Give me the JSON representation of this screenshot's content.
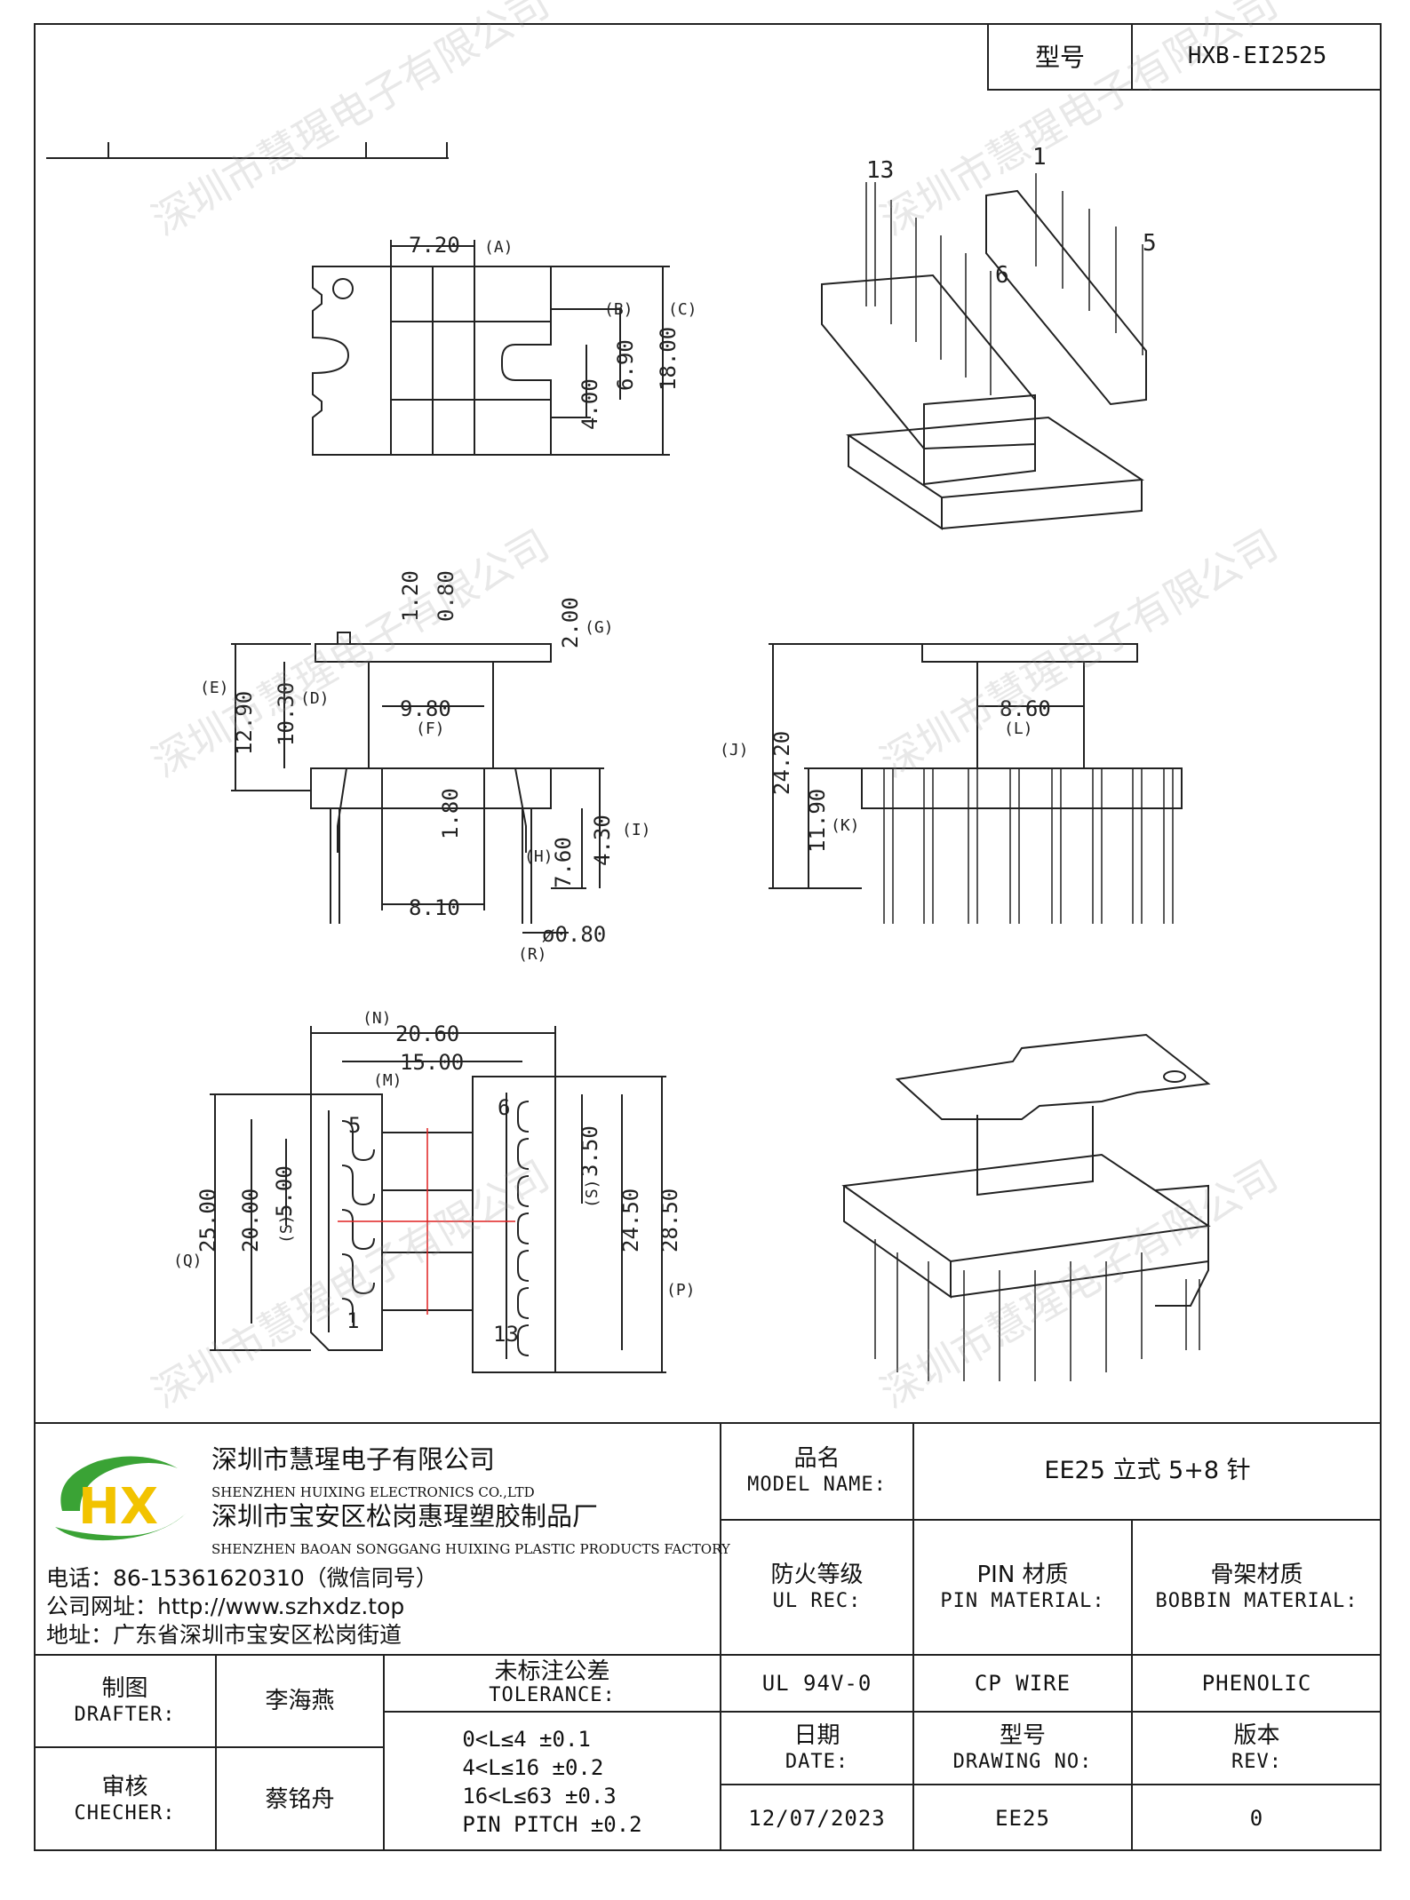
{
  "header": {
    "model_label": "型号",
    "model_value": "HXB-EI2525"
  },
  "watermark_text": "深圳市慧瑆电子有限公司",
  "views": {
    "top_view": {
      "dims": [
        "7.20",
        "(A)",
        "(B)",
        "(C)",
        "6.90",
        "18.00",
        "4.00"
      ]
    },
    "iso_top": {
      "pins": [
        "13",
        "1",
        "6",
        "5"
      ]
    },
    "front_view": {
      "dims": [
        "1.20",
        "0.80",
        "2.00",
        "(G)",
        "(E)",
        "12.90",
        "10.30",
        "(D)",
        "9.80",
        "(F)",
        "1.80",
        "7.60",
        "(H)",
        "4.30",
        "(I)",
        "8.10",
        "ø0.80",
        "(R)"
      ]
    },
    "side_view": {
      "dims": [
        "(J)",
        "24.20",
        "8.60",
        "(L)",
        "11.90",
        "(K)"
      ]
    },
    "bottom_view": {
      "dims": [
        "(N)",
        "20.60",
        "15.00",
        "(M)",
        "(Q)",
        "25.00",
        "20.00",
        "5.00",
        "(S)",
        "3.50",
        "(S)",
        "24.50",
        "28.50",
        "(P)"
      ],
      "pins": [
        "5",
        "1",
        "6",
        "13"
      ]
    }
  },
  "title_block": {
    "company_cn": "深圳市慧瑆电子有限公司",
    "company_en": "SHENZHEN HUIXING ELECTRONICS CO.,LTD",
    "factory_cn": "深圳市宝安区松岗惠瑆塑胶制品厂",
    "factory_en": "SHENZHEN BAOAN SONGGANG HUIXING PLASTIC PRODUCTS FACTORY",
    "phone": "电话：86-15361620310（微信同号）",
    "website": "公司网址：http://www.szhxdz.top",
    "address": "地址：广东省深圳市宝安区松岗街道",
    "logo_text": "HX",
    "model_name_cn": "品名",
    "model_name_en": "MODEL NAME:",
    "model_name_value": "EE25 立式 5+8 针",
    "ul_rec_cn": "防火等级",
    "ul_rec_en": "UL REC:",
    "pin_mat_cn": "PIN 材质",
    "pin_mat_en": "PIN MATERIAL:",
    "bobbin_mat_cn": "骨架材质",
    "bobbin_mat_en": "BOBBIN MATERIAL:",
    "ul_value": "UL 94V-0",
    "pin_value": "CP WIRE",
    "bobbin_value": "PHENOLIC",
    "drafter_cn": "制图",
    "drafter_en": "DRAFTER:",
    "drafter_name": "李海燕",
    "checker_cn": "审核",
    "checker_en": "CHECHER:",
    "checker_name": "蔡铭舟",
    "tolerance_cn": "未标注公差",
    "tolerance_en": "TOLERANCE:",
    "tolerance_lines": [
      "0<L≤4  ±0.1",
      "4<L≤16 ±0.2",
      "16<L≤63 ±0.3",
      "PIN PITCH ±0.2"
    ],
    "date_cn": "日期",
    "date_en": "DATE:",
    "drawing_cn": "型号",
    "drawing_en": "DRAWING NO:",
    "rev_cn": "版本",
    "rev_en": "REV:",
    "date_value": "12/07/2023",
    "drawing_value": "EE25",
    "rev_value": "0"
  },
  "colors": {
    "logo_green": "#3aa335",
    "logo_yellow": "#f2c300",
    "center_red": "#e02020"
  }
}
